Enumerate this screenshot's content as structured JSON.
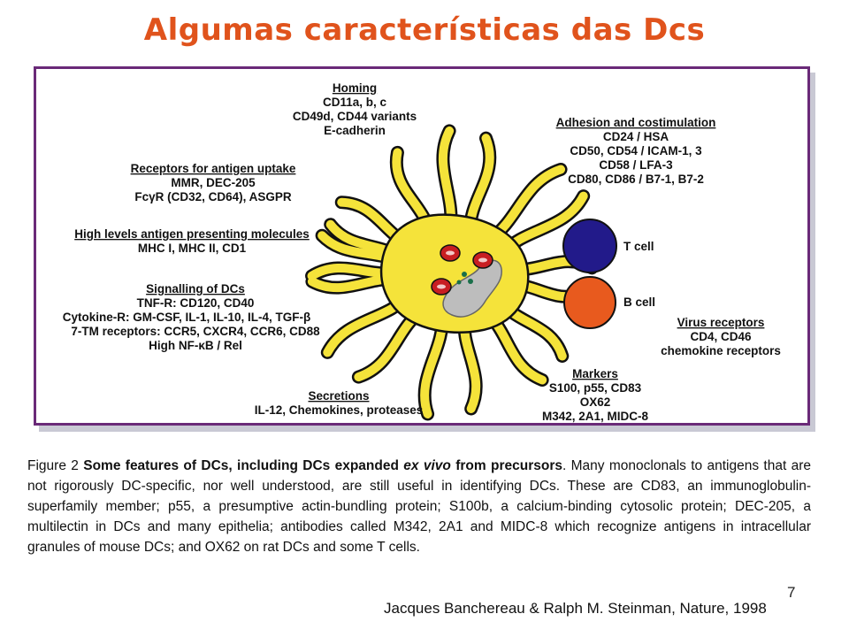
{
  "slide": {
    "title": "Algumas características das Dcs",
    "page_number": "7",
    "citation": "Jacques Banchereau & Ralph M. Steinman, Nature, 1998"
  },
  "colors": {
    "title": "#e0531c",
    "frame": "#6a2a78",
    "cell_body": "#f5e33a",
    "t_cell": "#221a8a",
    "b_cell": "#e85a1e",
    "granule": "#c81e22"
  },
  "figure": {
    "homing": {
      "heading": "Homing",
      "lines": [
        "CD11a, b, c",
        "CD49d, CD44 variants",
        "E-cadherin"
      ]
    },
    "antigen_uptake": {
      "heading": "Receptors for antigen uptake",
      "lines": [
        "MMR, DEC-205",
        "FcγR (CD32, CD64), ASGPR"
      ]
    },
    "antigen_presenting": {
      "heading": "High levels antigen presenting molecules",
      "lines": [
        "MHC I, MHC II, CD1"
      ]
    },
    "signalling": {
      "heading": "Signalling of DCs",
      "lines": [
        "TNF-R: CD120, CD40",
        "Cytokine-R: GM-CSF, IL-1, IL-10, IL-4, TGF-β",
        "7-TM receptors: CCR5, CXCR4, CCR6, CD88",
        "High NF-κB / Rel"
      ]
    },
    "secretions": {
      "heading": "Secretions",
      "lines": [
        "IL-12, Chemokines, proteases"
      ]
    },
    "adhesion": {
      "heading": "Adhesion and costimulation",
      "lines": [
        "CD24 / HSA",
        "CD50, CD54 / ICAM-1, 3",
        "CD58 / LFA-3",
        "CD80, CD86 / B7-1, B7-2"
      ]
    },
    "t_cell_label": "T cell",
    "b_cell_label": "B cell",
    "virus": {
      "heading": "Virus receptors",
      "lines": [
        "CD4, CD46",
        "chemokine receptors"
      ]
    },
    "markers": {
      "heading": "Markers",
      "lines": [
        "S100, p55, CD83",
        "OX62",
        "M342, 2A1, MIDC-8"
      ]
    }
  },
  "caption": {
    "prefix": "Figure 2 ",
    "bold_a": "Some features of DCs, including DCs expanded ",
    "bold_italic": "ex vivo",
    "bold_b": " from precursors",
    "body": ". Many monoclonals to antigens that are not rigorously DC-specific, nor well understood, are still useful in identifying DCs. These are CD83, an immunoglobulin-superfamily member; p55, a presumptive actin-bundling protein; S100b, a calcium-binding cytosolic protein; DEC-205, a multilectin in DCs and many epithelia; antibodies called M342, 2A1 and MIDC-8 which recognize antigens in intracellular granules of mouse DCs; and OX62 on rat DCs and some T cells."
  }
}
